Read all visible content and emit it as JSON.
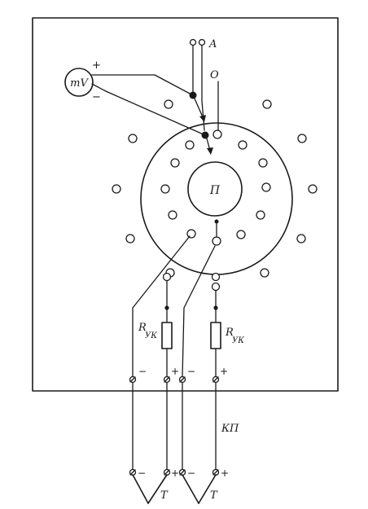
{
  "labels": {
    "terminal_a": "A",
    "terminal_o": "О",
    "millivoltmeter": "mV",
    "mv_plus": "+",
    "mv_minus": "−",
    "center": "П",
    "resistor_left_main": "R",
    "resistor_left_sub": "УК",
    "resistor_right_main": "R",
    "resistor_right_sub": "УК",
    "cable": "КП",
    "thermocouple_left": "Т",
    "thermocouple_right": "Т",
    "minus": "−",
    "plus": "+"
  },
  "colors": {
    "ink": "#1a1a1a",
    "paper": "#ffffff"
  }
}
